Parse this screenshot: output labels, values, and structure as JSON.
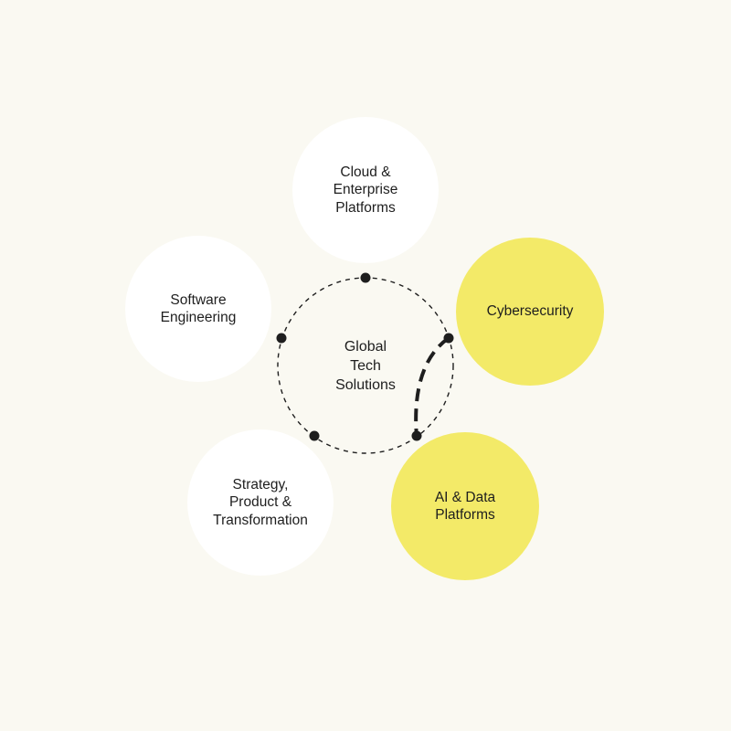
{
  "hub": {
    "label": "Global\nTech\nSolutions"
  },
  "nodes": {
    "cloud": "Cloud &\nEnterprise\nPlatforms",
    "software": "Software\nEngineering",
    "cyber": "Cybersecurity",
    "strategy": "Strategy,\nProduct &\nTransformation",
    "ai": "AI & Data\nPlatforms"
  },
  "colors": {
    "background": "#FAF9F2",
    "white_node": "#FFFFFF",
    "highlight_node": "#F3EA68",
    "line": "#1E1E1E"
  }
}
